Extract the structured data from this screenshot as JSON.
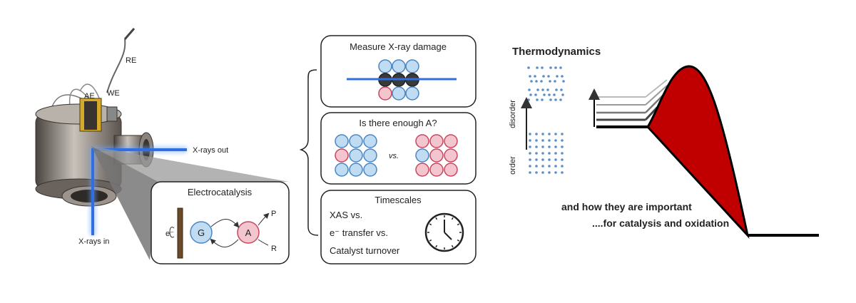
{
  "cell": {
    "labels": {
      "re": "RE",
      "ae": "AE",
      "we": "WE",
      "xrays_out": "X-rays out",
      "xrays_in": "X-rays in"
    }
  },
  "electro": {
    "title": "Electrocatalysis",
    "electron": "e⁻",
    "g": "G",
    "a": "A",
    "p": "P",
    "r": "R"
  },
  "panels": {
    "damage": {
      "title": "Measure X-ray damage"
    },
    "enough": {
      "title": "Is there enough A?",
      "vs": "vs."
    },
    "timescales": {
      "title": "Timescales",
      "line1": "XAS vs.",
      "line2": "e⁻ transfer vs.",
      "line3": "Catalyst turnover"
    }
  },
  "thermo": {
    "title": "Thermodynamics",
    "disorder": "disorder",
    "order": "order",
    "caption1": "and how they are important",
    "caption2": "....for catalysis and oxidation"
  },
  "colors": {
    "blue_fill": "#bfdcf2",
    "blue_stroke": "#4a86c4",
    "red_fill": "#f3c6cf",
    "red_stroke": "#c9455e",
    "dark_fill": "#3a3a3a",
    "beam": "#2f6fe0",
    "peak": "#c00000",
    "grid_dot": "#5b8fc9"
  },
  "icons": [
    "electrochemical-cell-icon",
    "clock-icon",
    "arrow-up-icon"
  ]
}
